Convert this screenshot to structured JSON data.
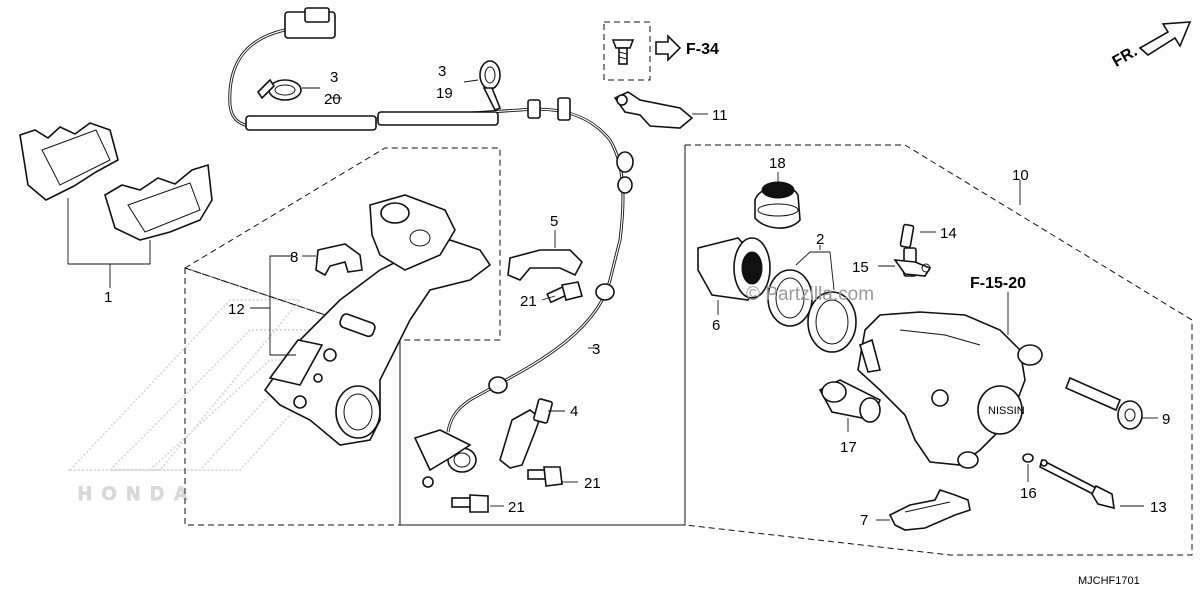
{
  "diagram": {
    "callouts": {
      "c1": "1",
      "c2": "2",
      "c3_top": "3",
      "c20": "20",
      "c3_clamp": "3",
      "c19": "19",
      "c3_wire": "3",
      "c4": "4",
      "c5": "5",
      "c6": "6",
      "c7": "7",
      "c8": "8",
      "c9": "9",
      "c10": "10",
      "c11": "11",
      "c12": "12",
      "c13": "13",
      "c14": "14",
      "c15": "15",
      "c16": "16",
      "c17": "17",
      "c18": "18",
      "c21_a": "21",
      "c21_b": "21",
      "c21_c": "21"
    },
    "references": {
      "f34": "F-34",
      "f1520": "F-15-20"
    },
    "direction_label": "FR.",
    "watermark": "© Partzilla.com",
    "caliper_brand": "NISSIN",
    "logo_text": "HONDA",
    "diagram_code": "MJCHF1701"
  }
}
